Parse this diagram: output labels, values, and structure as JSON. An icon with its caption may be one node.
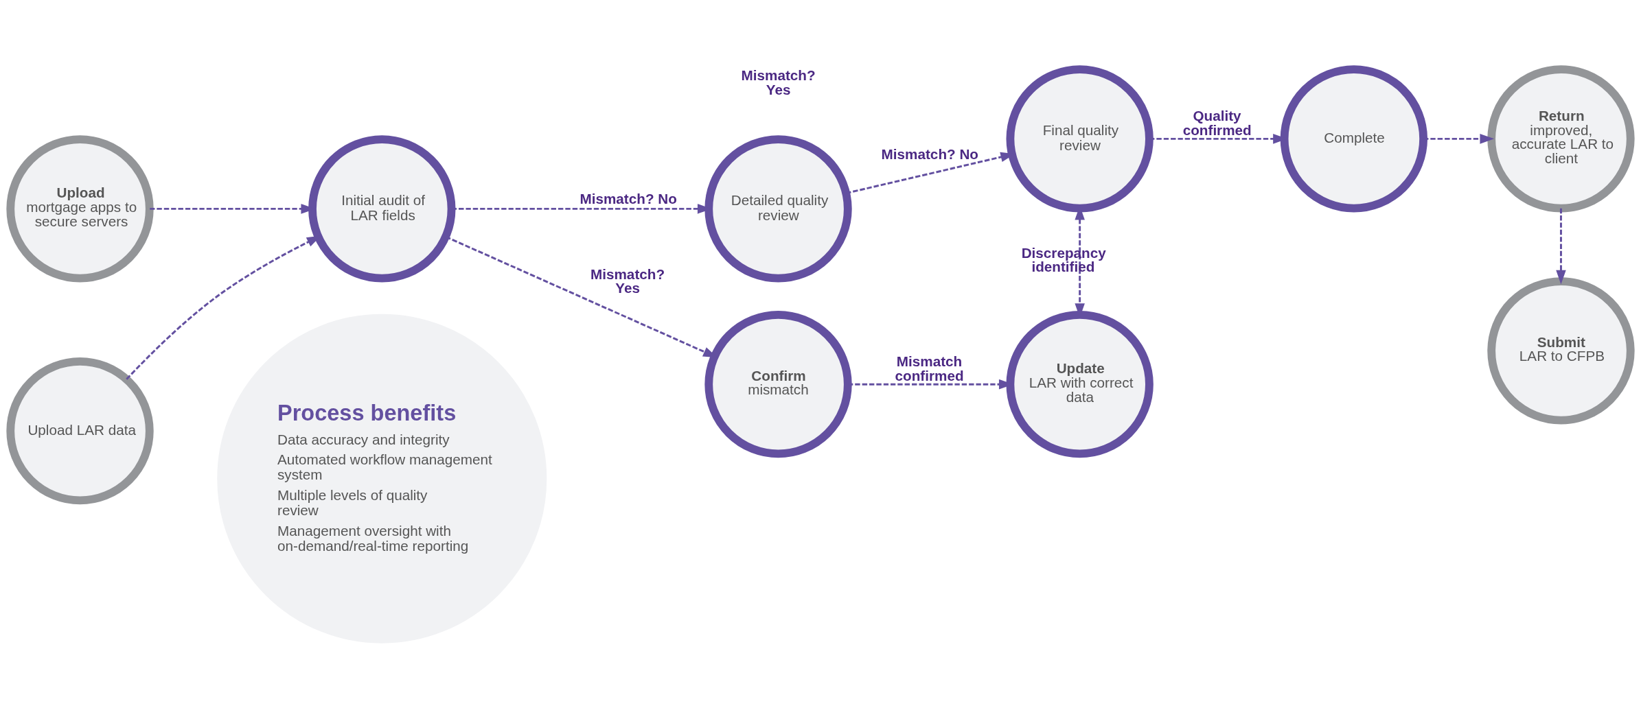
{
  "diagram": {
    "nodes": [
      {
        "text": [
          "Upload",
          "mortgage apps to secure servers"
        ]
      },
      {
        "text": [
          "Upload LAR data"
        ]
      },
      {
        "text": [
          "Initial audit of LAR fields"
        ]
      },
      {
        "text": [
          "Detailed quality review"
        ]
      },
      {
        "text": [
          "Confirm",
          "mismatch"
        ]
      },
      {
        "text": [
          "Final quality review"
        ]
      },
      {
        "text": [
          "Update",
          "LAR with correct data"
        ]
      },
      {
        "text": [
          "Complete"
        ]
      },
      {
        "text": [
          "Return",
          "improved, accurate LAR to client"
        ]
      },
      {
        "text": [
          "Submit",
          "LAR to CFPB"
        ]
      },
      {
        "text": [
          "Process benefits",
          "Data accuracy and integrity",
          "Automated workflow management system",
          "Multiple levels of quality review",
          "Management oversight with on-demand/real-time reporting"
        ]
      }
    ],
    "edges": [
      {
        "from": 0,
        "to": 2,
        "arrow": "to"
      },
      {
        "from": 1,
        "to": 2,
        "arrow": "to"
      },
      {
        "from": 2,
        "to": 3,
        "arrow": "to",
        "label": "Mismatch? No"
      },
      {
        "from": 2,
        "to": 4,
        "arrow": "to",
        "label": "Mismatch? Yes"
      },
      {
        "from": 3,
        "to": 5,
        "arrow": "to",
        "label": "Mismatch? No"
      },
      {
        "from": 4,
        "to": 6,
        "arrow": "to",
        "label": "Mismatch confirmed"
      },
      {
        "from": 5,
        "to": 6,
        "arrow": "both",
        "label": "Discrepancy identified"
      },
      {
        "from": 5,
        "to": 7,
        "arrow": "to",
        "label": "Quality confirmed"
      },
      {
        "from": 7,
        "to": 8,
        "arrow": "to"
      },
      {
        "from": 8,
        "to": 9,
        "arrow": "to"
      }
    ],
    "labels": [
      "Mismatch? Yes"
    ]
  }
}
